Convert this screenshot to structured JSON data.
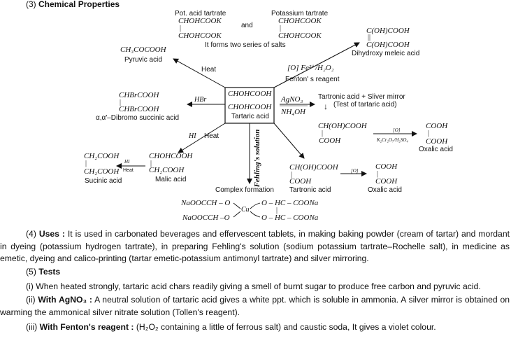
{
  "heading": {
    "number": "(3) ",
    "title": "Chemical Properties"
  },
  "top": {
    "pot_acid_tartrate": "Pot. acid tartrate",
    "potassium_tartrate": "Potassium tartrate",
    "chohcook_1": "CHOHCOOK",
    "chohcook_2": "CHOHCOOK",
    "chohcook_3": "CHOHCOOK",
    "chohcook_4": "CHOHCOOK",
    "bond": "|",
    "and": "and",
    "two_series": "It forms two series of salts"
  },
  "pyruvic": {
    "formula": "CH₃COCOOH",
    "name": "Pyruvic acid",
    "reagent": "Heat"
  },
  "dihydroxy": {
    "line1": "C(OH)COOH",
    "bond": "||",
    "line2": "C(OH)COOH",
    "name": "Dihydroxy meleic acid"
  },
  "fenton": {
    "reagent": "[O] Fe²⁺/H₂O₂",
    "name": "Fenton' s reagent"
  },
  "center": {
    "line1": "CHOHCOOH",
    "line2": "CHOHCOOH",
    "name": "Tartaric acid"
  },
  "dibromo": {
    "line1": "CHBrCOOH",
    "line2": "CHBrCOOH",
    "name": "α,α'–Dibromo succinic acid",
    "reagent": "HBr"
  },
  "agno3": {
    "line1": "AgNO₃",
    "line2": "NH₄OH"
  },
  "tartronic": {
    "result": "Tartronic acid + Sliver mirror",
    "test": "(Test of tartaric acid)",
    "down_arrow": "↓",
    "line1": "CH(OH)COOH",
    "line2": "COOH",
    "oxidant_top": "[O]",
    "oxidant_bottom": "K₂Cr₂O₇/H₂SO₄"
  },
  "oxalic1": {
    "line1": "COOH",
    "line2": "COOH",
    "name": "Oxalic acid"
  },
  "malic": {
    "line1": "CHOHCOOH",
    "line2": "CH₂COOH",
    "name": "Malic acid",
    "reagent_hi": "HI",
    "reagent_heat": "Heat"
  },
  "succinic": {
    "line1": "CH₂COOH",
    "line2": "CH₂COOH",
    "name": "Sucinic acid",
    "arrow_hi": "HI",
    "arrow_heat": "Heat"
  },
  "fehling": "Fehling's solution",
  "tartronic2": {
    "line1": "CH(OH)COOH",
    "line2": "COOH",
    "name": "Tartronic acid",
    "oxidant": "[O]"
  },
  "oxalic2": {
    "line1": "COOH",
    "line2": "COOH",
    "name": "Oxalic acid"
  },
  "complex": {
    "label": "Complex formation",
    "left1": "NaOOCCH – O",
    "left2": "NaOOCCH –O",
    "cu": "Cu",
    "right1": "O – HC – COONa",
    "right2": "O – HC – COONa"
  },
  "uses": {
    "label": "(4) ",
    "bold": "Uses :",
    "text": " It is used in carbonated beverages and effervescent tablets, in making baking powder (cream of tartar) and mordant in dyeing (potassium hydrogen tartrate), in preparing Fehling's solution (sodium potassium tartrate–Rochelle salt), in medicine as emetic, dyeing and calico-printing (tartar emetic-potassium antimonyl tartrate) and silver mirroring."
  },
  "tests": {
    "label": "(5) ",
    "bold": "Tests",
    "i": "(i) When heated strongly, tartaric acid chars readily giving a smell of burnt sugar to produce free carbon and pyruvic acid.",
    "ii_label": "(ii) ",
    "ii_bold": "With AgNO₃ :",
    "ii_text": " A neutral solution of tartaric acid gives a white ppt. which is soluble in ammonia. A silver mirror is obtained on warming the ammonical silver nitrate solution (Tollen's reagent).",
    "iii_label": "(iii) ",
    "iii_bold": "With Fenton's reagent :",
    "iii_text": " (H₂O₂ containing a little of ferrous salt) and caustic soda, It gives a violet colour."
  }
}
